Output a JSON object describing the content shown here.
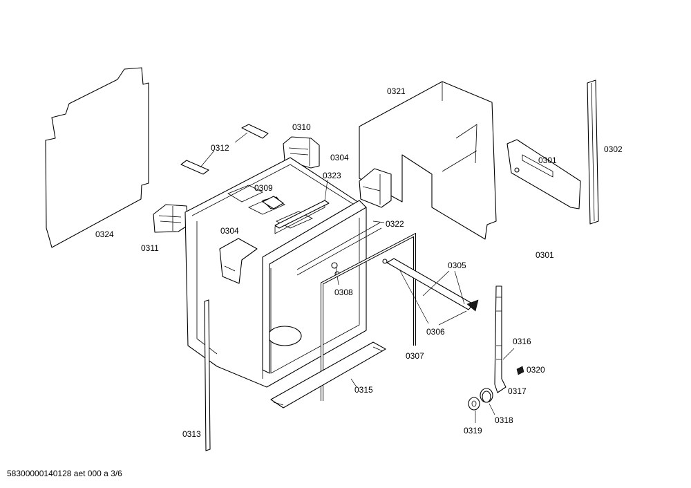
{
  "labels": {
    "p0324": "0324",
    "p0312": "0312",
    "p0310": "0310",
    "p0311": "0311",
    "p0309": "0309",
    "p0323": "0323",
    "p0304a": "0304",
    "p0304b": "0304",
    "p0321": "0321",
    "p0322": "0322",
    "p0301a": "0301",
    "p0301b": "0301",
    "p0302": "0302",
    "p0305": "0305",
    "p0306": "0306",
    "p0307": "0307",
    "p0308": "0308",
    "p0313": "0313",
    "p0315": "0315",
    "p0316": "0316",
    "p0317": "0317",
    "p0318": "0318",
    "p0319": "0319",
    "p0320": "0320"
  },
  "footer": "58300000140128 aet 000 a 3/6"
}
